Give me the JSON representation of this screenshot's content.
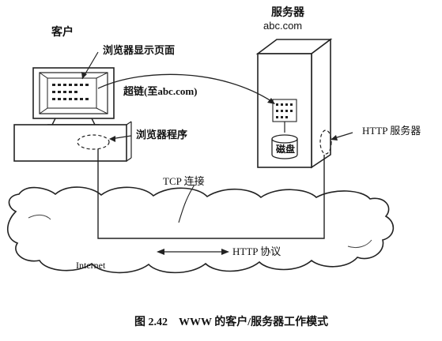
{
  "figure": {
    "caption": "图 2.42　WWW 的客户/服务器工作模式"
  },
  "client": {
    "label": "客户",
    "screen_callout": "浏览器显示页面",
    "program_callout": "浏览器程序"
  },
  "server": {
    "title": "服务器",
    "host": "abc.com",
    "disk_label": "磁盘",
    "http_server_callout": "HTTP 服务器"
  },
  "links": {
    "hyperlink": "超链(至abc.com)",
    "tcp": "TCP 连接",
    "protocol": "HTTP 协议"
  },
  "network": {
    "label": "Internet"
  }
}
